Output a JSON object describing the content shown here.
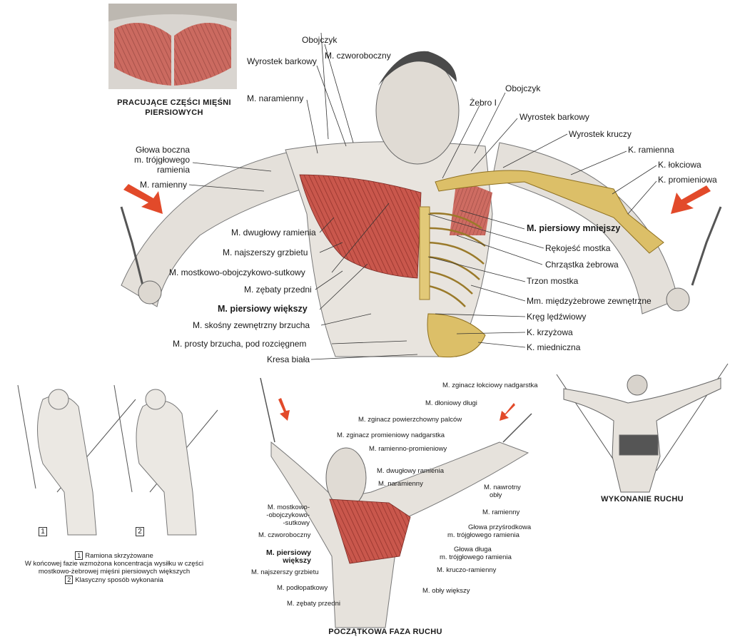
{
  "colors": {
    "muscle_red": "#c0504a",
    "bone": "#d9bd62",
    "arrow": "#e24a2a",
    "skin": "#e6e2dc"
  },
  "top_caption": [
    "PRACUJĄCE CZĘŚCI MIĘŚNI",
    "PIERSIOWYCH"
  ],
  "main_left_labels": [
    "Wyrostek barkowy",
    "M. naramienny",
    "Głowa boczna",
    "m. trójgłowego",
    "ramienia",
    "M. ramienny",
    "M. dwugłowy ramienia",
    "M. najszerszy grzbietu",
    "M. mostkowo-obojczykowo-sutkowy",
    "M. zębaty przedni",
    "M. piersiowy większy",
    "M. skośny zewnętrzny brzucha",
    "M. prosty brzucha, pod rozcięgnem",
    "Kresa biała"
  ],
  "main_top_labels": [
    "Obojczyk",
    "M. czworoboczny",
    "Obojczyk",
    "Żebro I"
  ],
  "main_right_labels": [
    "Wyrostek barkowy",
    "Wyrostek kruczy",
    "K. ramienna",
    "K. łokciowa",
    "K. promieniowa",
    "M. piersiowy mniejszy",
    "Rękojeść mostka",
    "Chrząstka żebrowa",
    "Trzon mostka",
    "Mm. międzyżebrowe zewnętrzne",
    "Kręg lędźwiowy",
    "K. krzyżowa",
    "K. miedniczna"
  ],
  "legend": {
    "n1": "1",
    "n2": "2",
    "line1": "Ramiona skrzyżowane",
    "line2": "W końcowej fazie wzmożona koncentracja wysiłku w części",
    "line3": "mostkowo-żebrowej mięśni piersiowych większych",
    "line4": "Klasyczny sposób wykonania"
  },
  "bottom_left_labels": [
    "M. mostkowo-",
    "-obojczykowo-",
    "-sutkowy",
    "M. czworoboczny",
    "M. piersiowy",
    "większy",
    "M. najszerszy grzbietu",
    "M. podłopatkowy",
    "M. zębaty przedni"
  ],
  "bottom_right_labels": [
    "M. zginacz łokciowy nadgarstka",
    "M. dłoniowy długi",
    "M. zginacz powierzchowny palców",
    "M. zginacz promieniowy nadgarstka",
    "M. ramienno-promieniowy",
    "M. dwugłowy ramienia",
    "M. naramienny",
    "M. nawrotny",
    "obły",
    "M. ramienny",
    "Głowa przyśrodkowa",
    "m. trójgłowego ramienia",
    "Głowa długa",
    "m. trójgłowego ramienia",
    "M. kruczo-ramienny",
    "M. obły większy"
  ],
  "bottom_caption": "POCZĄTKOWA FAZA RUCHU",
  "right_caption": "WYKONANIE RUCHU"
}
